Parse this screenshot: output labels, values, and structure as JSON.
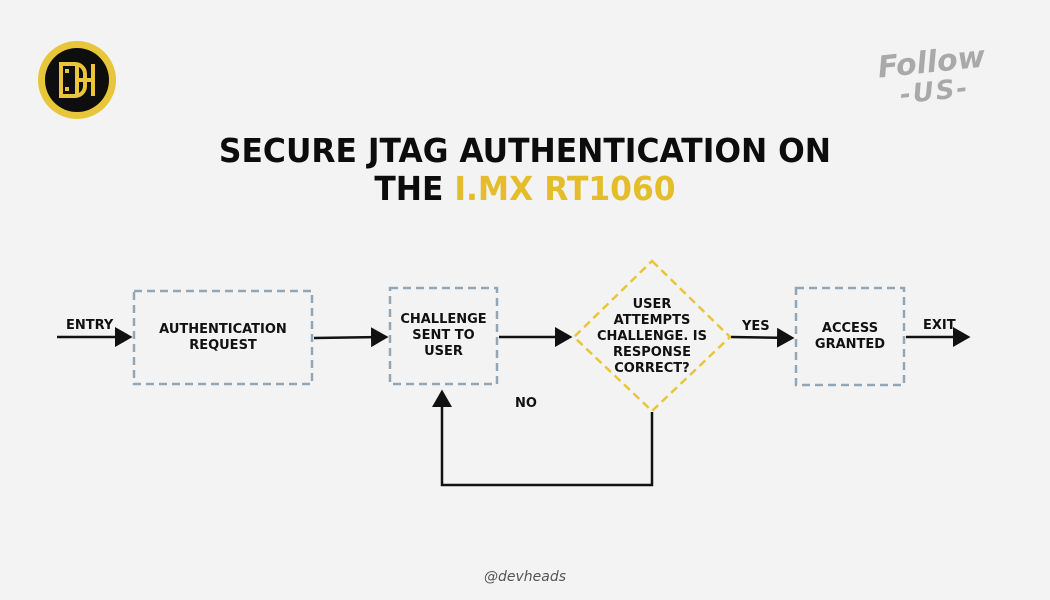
{
  "header": {
    "title_line1": "SECURE JTAG AUTHENTICATION ON",
    "title_line2_prefix": "THE ",
    "title_line2_highlight": "I.MX RT1060"
  },
  "logo": {
    "text": "DH",
    "icon": "devheads-logo"
  },
  "follow": {
    "line1": "Follow",
    "line2": "-US-"
  },
  "diagram": {
    "nodes": {
      "auth_request": "AUTHENTICATION REQUEST",
      "challenge_sent": "CHALLENGE SENT TO USER",
      "decision": "USER ATTEMPTS CHALLENGE. IS RESPONSE CORRECT?",
      "access_granted": "ACCESS GRANTED"
    },
    "edges": {
      "entry": "ENTRY",
      "yes": "YES",
      "no": "NO",
      "exit": "EXIT"
    }
  },
  "footer": {
    "handle": "@devheads"
  },
  "colors": {
    "background": "#f3f3f3",
    "accent": "#e4bd2a",
    "box_border": "#93a6b6",
    "diamond_border": "#e8c63a"
  }
}
